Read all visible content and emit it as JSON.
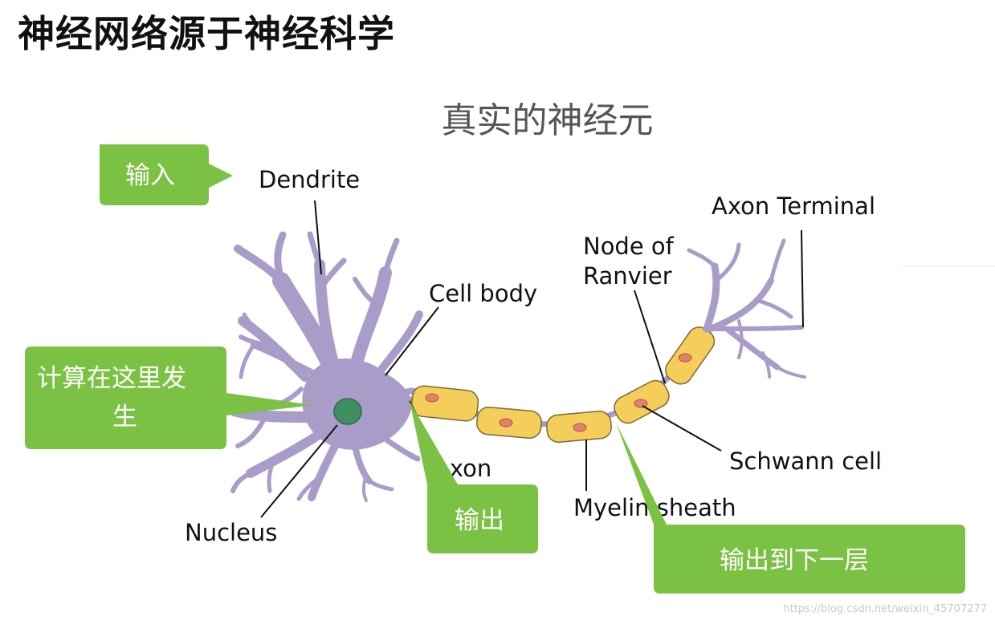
{
  "page_title": "神经网络源于神经科学",
  "subtitle": "真实的神经元",
  "labels": {
    "dendrite": "Dendrite",
    "cell_body": "Cell body",
    "nucleus": "Nucleus",
    "axon": "Axon",
    "node_of_ranvier_line1": "Node of",
    "node_of_ranvier_line2": "Ranvier",
    "axon_terminal": "Axon Terminal",
    "schwann_cell": "Schwann cell",
    "myelin_sheath": "Myelin sheath"
  },
  "callouts": {
    "input": "输入",
    "compute_line1": "计算在这里发",
    "compute_line2": "生",
    "output": "输出",
    "output_next": "输出到下一层"
  },
  "colors": {
    "callout_green": "#7bc143",
    "neuron_purple": "#a99cc9",
    "neuron_outline": "#6f6392",
    "nucleus_green": "#3f8f62",
    "myelin_yellow": "#f4cd5a",
    "myelin_outline": "#7a6a34",
    "schwann_nucleus": "#e2806a"
  },
  "watermark": "https://blog.csdn.net/weixin_45707277"
}
